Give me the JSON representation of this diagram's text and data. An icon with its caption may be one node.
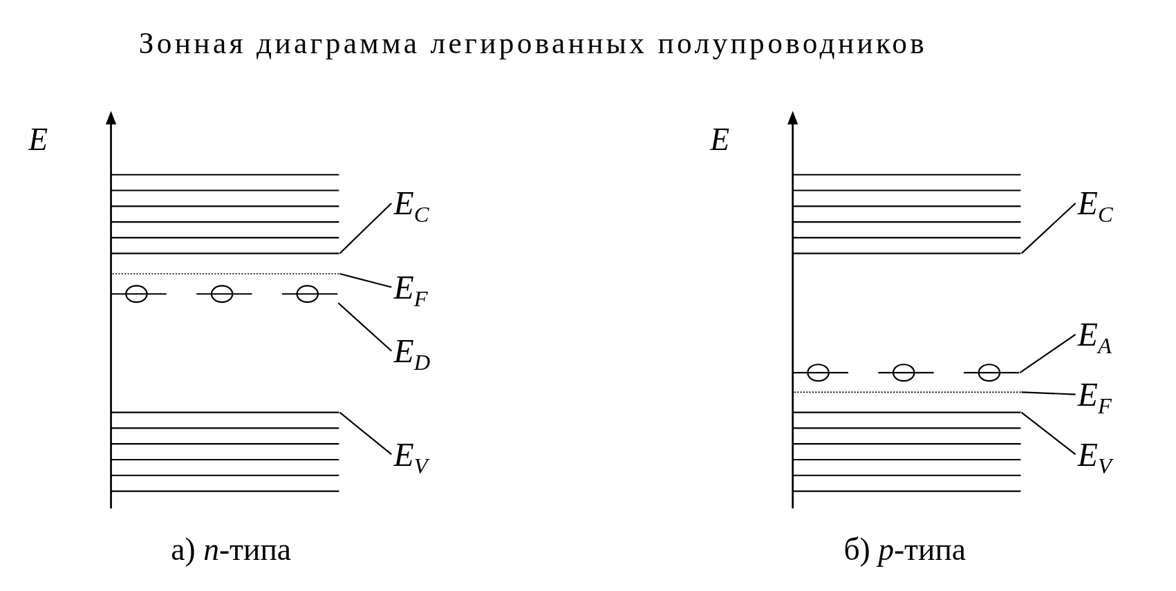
{
  "diagram": {
    "title": "Зонная диаграмма легированных полупроводников",
    "nodes": [
      {
        "text": [
          "E$_{C}$"
        ]
      },
      {
        "text": [
          "E$_{F}$"
        ]
      },
      {
        "text": [
          "E$_{D}$"
        ]
      },
      {
        "text": [
          "E$_{V}$"
        ]
      },
      {
        "text": [
          "E$_{C}$"
        ]
      },
      {
        "text": [
          "E$_{A}$"
        ]
      },
      {
        "text": [
          "E$_{F}$"
        ]
      },
      {
        "text": [
          "E$_{V}$"
        ]
      },
      {
        "text": [],
        "shape": "band"
      },
      {
        "text": [],
        "shape": "line"
      },
      {
        "text": [],
        "shape": "bar"
      },
      {
        "text": [],
        "shape": "band"
      },
      {
        "text": [],
        "shape": "band"
      },
      {
        "text": [],
        "shape": "bar"
      },
      {
        "text": [],
        "shape": "line"
      },
      {
        "text": [],
        "shape": "band"
      }
    ],
    "edges": [
      {
        "from": 0,
        "to": 8,
        "arrow": "none"
      },
      {
        "from": 1,
        "to": 9,
        "arrow": "none"
      },
      {
        "from": 2,
        "to": 10,
        "arrow": "none"
      },
      {
        "from": 3,
        "to": 11,
        "arrow": "none"
      },
      {
        "from": 4,
        "to": 12,
        "arrow": "none"
      },
      {
        "from": 5,
        "to": 13,
        "arrow": "none"
      },
      {
        "from": 6,
        "to": 14,
        "arrow": "none"
      },
      {
        "from": 7,
        "to": 15,
        "arrow": "none"
      }
    ],
    "labels": [
      "E",
      "E",
      "а) *n*-типа",
      "б) *p*-типа"
    ]
  }
}
